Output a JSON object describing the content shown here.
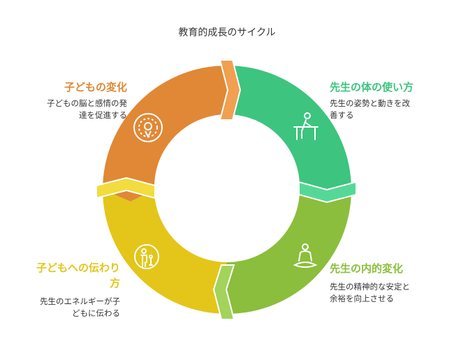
{
  "title": "教育的成長のサイクル",
  "colors": {
    "orange": "#E08835",
    "green": "#3DC47E",
    "lime": "#8BBE3C",
    "yellow": "#E3C619",
    "orange_text": "#E08835",
    "green_text": "#3DC47E",
    "lime_text": "#8BBE3C",
    "yellow_text": "#E3C619"
  },
  "stages": [
    {
      "key": "children_change",
      "label": "子どもの変化",
      "description_lines": [
        "子どもの脳と感情の発",
        "達を促進する"
      ],
      "color": "#E08835",
      "icon": "brain-target-icon"
    },
    {
      "key": "teacher_body_use",
      "label": "先生の体の使い方",
      "description_lines": [
        "先生の姿勢と動きを改",
        "善する"
      ],
      "color": "#3DC47E",
      "icon": "person-at-desk-icon"
    },
    {
      "key": "teacher_inner_change",
      "label": "先生の内的変化",
      "description_lines": [
        "先生の精神的な安定と",
        "余裕を向上させる"
      ],
      "color": "#8BBE3C",
      "icon": "meditation-icon"
    },
    {
      "key": "transmission_to_children",
      "label_lines": [
        "子どもへの伝わり",
        "方"
      ],
      "description_lines": [
        "先生のエネルギーが子",
        "どもに伝わる"
      ],
      "color": "#E3C619",
      "icon": "parent-child-icon"
    }
  ]
}
